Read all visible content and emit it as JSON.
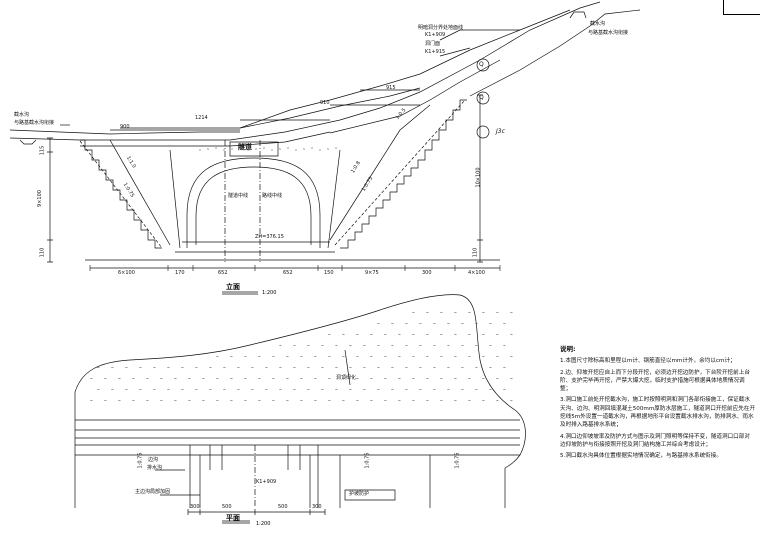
{
  "elevation": {
    "title": "立面",
    "scale": "1:200",
    "labels": {
      "ditch_left_1": "截水沟",
      "ditch_left_2": "与路基截水沟衔接",
      "ditch_right_1": "截水沟",
      "ditch_right_2": "与路基截水沟衔接",
      "ground_line": "明暗洞分界处地面线",
      "ground_line_chainage": "K1+909",
      "portal_marker": "洞门面",
      "portal_marker_chainage": "K1+915",
      "portal_name": "隧道",
      "center_tunnel": "隧道中线",
      "center_road": "路线中线",
      "bench_elev": "ZH=376.15",
      "slope_1": "1:1.0",
      "slope_2": "1:0.75",
      "slope_3": "1:0.8",
      "slope_4": "1:0.75",
      "slope_5": "1:0.5",
      "rock_1": "Q",
      "rock_2": "Q",
      "rock_3": "J3c"
    },
    "dims_top": [
      "900",
      "1214",
      "910",
      "915"
    ],
    "dims_bottom": [
      "6×100",
      "170",
      "652",
      "652",
      "150",
      "9×75",
      "300",
      "4×100"
    ],
    "dims_vert_left": [
      "115",
      "9×100",
      "110"
    ],
    "dims_vert_right": [
      "10×100",
      "110"
    ]
  },
  "plan": {
    "title": "平面",
    "scale": "1:200",
    "labels": {
      "grass": "洞顶绿化",
      "drain_left": "排水沟",
      "road_edge": "边沟",
      "culvert": "主边沟局部加固",
      "chainage": "K1+909",
      "protect": "护坡防护",
      "slope_a": "1:0.75",
      "slope_b": "1:0.75",
      "slope_c": "1:0.75"
    },
    "dims_bottom": [
      "300",
      "500",
      "500",
      "300"
    ]
  },
  "notes": {
    "title": "说明:",
    "items": [
      "1.本图尺寸除标高和里程以m计、钢筋直径以mm计外，余均以cm计；",
      "2.边、仰坡开挖应自上而下分段开挖，必须边开挖边防护，下台阶开挖前上台阶、支护完毕再开挖，严禁大爆大挖，临时支护措施可根据具体地质情况调整；",
      "3.洞口施工前处开挖截水沟，施工时按照明洞和洞门各部衔接施工，保证截水天沟、边沟、明洞回填混凝土500mm厚防水层施工，隧道洞口开挖前应先在开挖线5m外设置一道截水沟，再根据地形平台设置截水排水沟，防排洞水、雨水及时排入路基排水系统；",
      "4.洞口边仰坡坡率及防护方式与图示及洞门照明等保持不变，隧道洞口口部对边仰坡防护与衔接按照开挖及洞门结构施工并综合考虑设计；",
      "5.洞口截水沟具体位置根据实地情况确定，与路基排水系统衔接。"
    ]
  },
  "colors": {
    "line": "#111111",
    "hatch": "#333333"
  }
}
